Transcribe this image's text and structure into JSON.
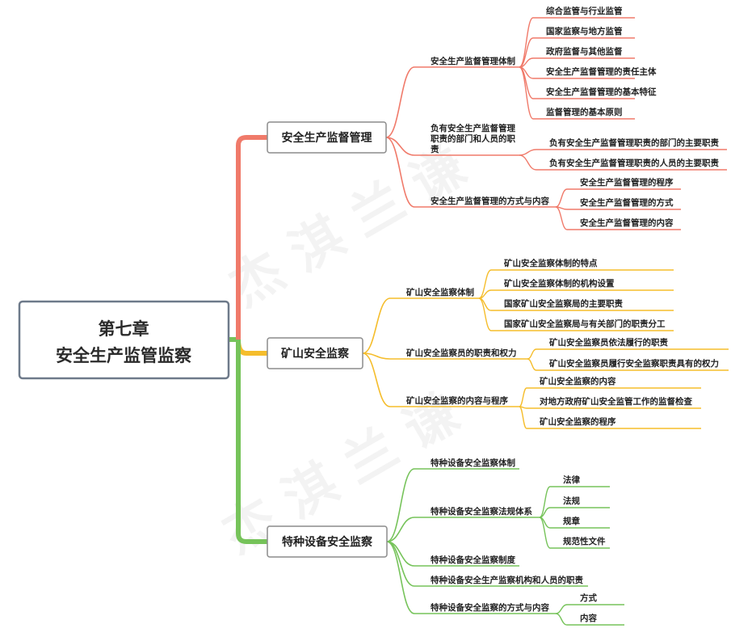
{
  "root": {
    "line1": "第七章",
    "line2": "安全生产监管监察"
  },
  "branches": [
    {
      "label": "安全生产监督管理",
      "color": "#f07a6a",
      "subs": [
        {
          "label": "安全生产监督管理体制",
          "leaves": [
            "综合监管与行业监管",
            "国家监察与地方监管",
            "政府监督与其他监督",
            "安全生产监督管理的责任主体",
            "安全生产监督管理的基本特征",
            "监督管理的基本原则"
          ]
        },
        {
          "label_lines": [
            "负有安全生产监督管理",
            "职责的部门和人员的职",
            "责"
          ],
          "leaves": [
            "负有安全生产监督管理职责的部门的主要职责",
            "负有安全生产监督管理职责的人员的主要职责"
          ]
        },
        {
          "label": "安全生产监督管理的方式与内容",
          "leaves": [
            "安全生产监督管理的程序",
            "安全生产监督管理的方式",
            "安全生产监督管理的内容"
          ]
        }
      ]
    },
    {
      "label": "矿山安全监察",
      "color": "#f5bd2c",
      "subs": [
        {
          "label": "矿山安全监察体制",
          "leaves": [
            "矿山安全监察体制的特点",
            "矿山安全监察体制的机构设置",
            "国家矿山安全监察局的主要职责",
            "国家矿山安全监察局与有关部门的职责分工"
          ]
        },
        {
          "label": "矿山安全监察员的职责和权力",
          "leaves": [
            "矿山安全监察员依法履行的职责",
            "矿山安全监察员履行安全监察职责具有的权力"
          ]
        },
        {
          "label": "矿山安全监察的内容与程序",
          "leaves": [
            "矿山安全监察的内容",
            "对地方政府矿山安全监管工作的监督检查",
            "矿山安全监察的程序"
          ]
        }
      ]
    },
    {
      "label": "特种设备安全监察",
      "color": "#76c35a",
      "subs": [
        {
          "label": "特种设备安全监察体制",
          "leaves": []
        },
        {
          "label": "特种设备安全监察法规体系",
          "leaves": [
            "法律",
            "法规",
            "规章",
            "规范性文件"
          ]
        },
        {
          "label": "特种设备安全监察制度",
          "leaves": []
        },
        {
          "label": "特种设备安全生产监察机构和人员的职责",
          "leaves": []
        },
        {
          "label": "特种设备安全监察的方式与内容",
          "leaves": [
            "方式",
            "内容"
          ]
        }
      ]
    }
  ]
}
